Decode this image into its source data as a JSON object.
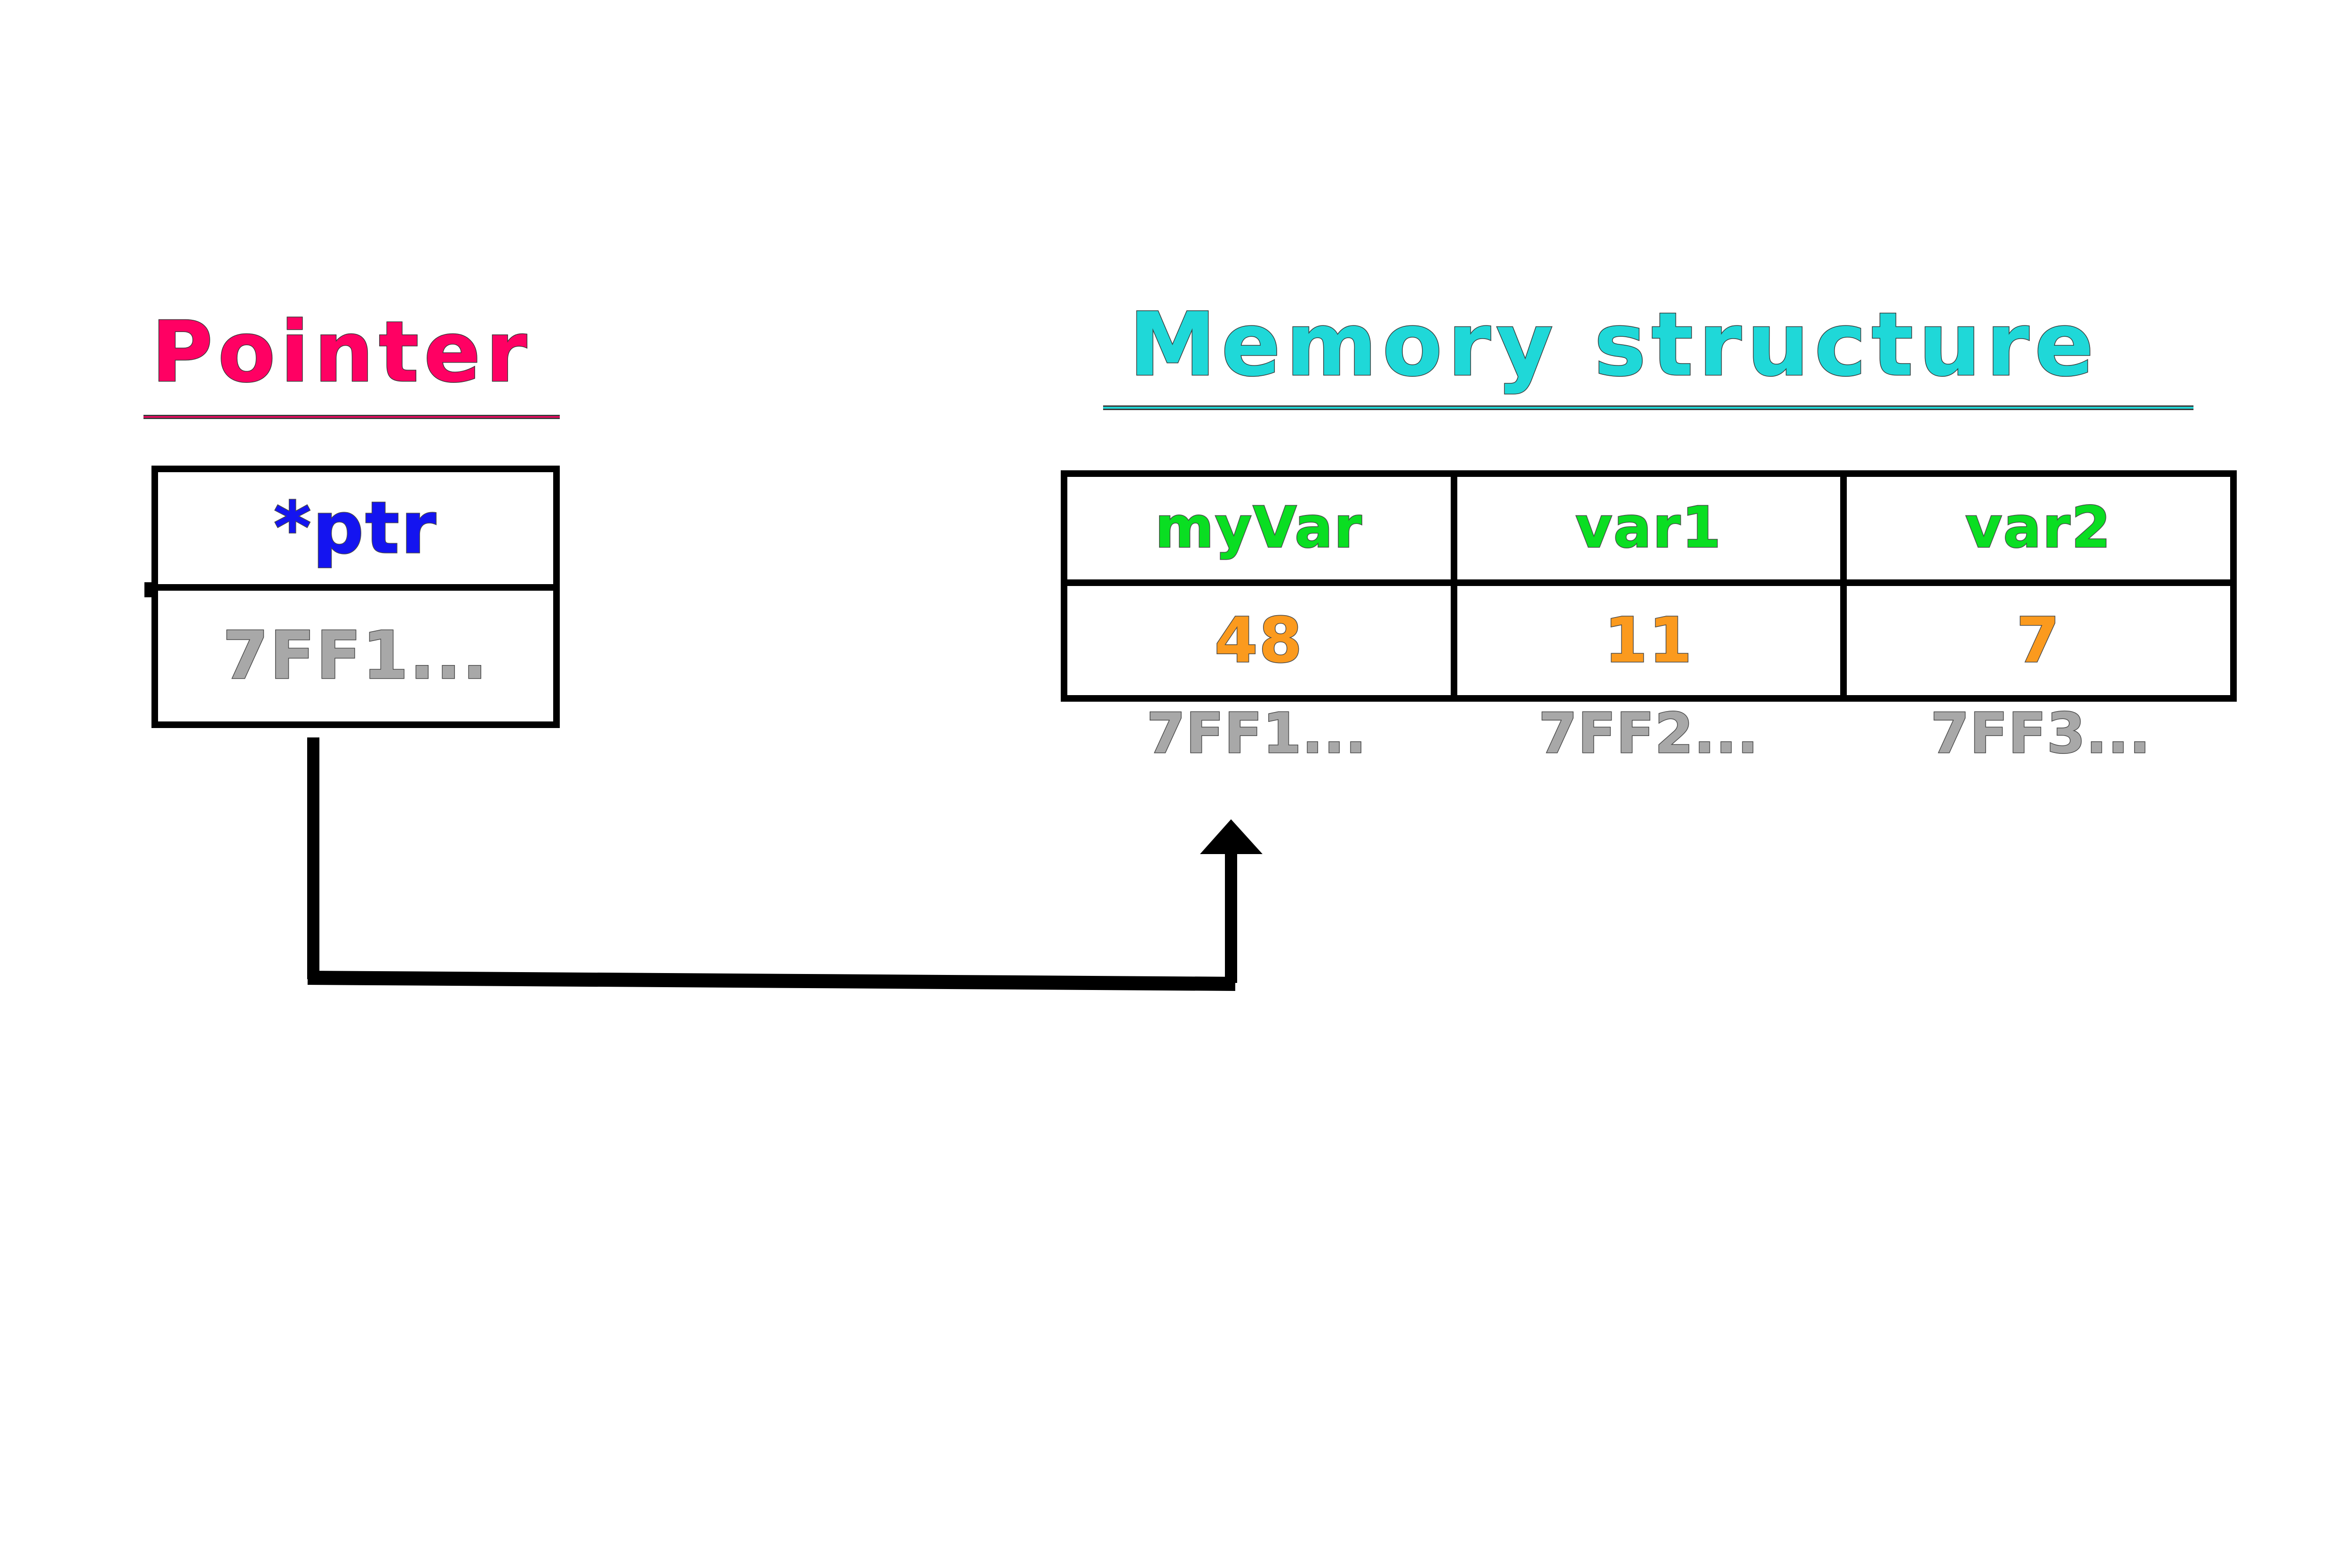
{
  "diagram": {
    "title_pointer": "Pointer",
    "title_memory": "Memory structure",
    "colors": {
      "pointer_title": "#ff0063",
      "memory_title": "#1fd8d8",
      "pointer_name": "#1414f0",
      "address_gray": "#a8a8a8",
      "variable_name_green": "#0ade22",
      "variable_value_orange": "#fb9a1e",
      "border_black": "#000000",
      "background": "#ffffff"
    }
  },
  "pointer": {
    "name": "*ptr",
    "stored_address": "7FF1..."
  },
  "memory": {
    "column_headers": [
      "myVar",
      "var1",
      "var2"
    ],
    "values": [
      "48",
      "11",
      "7"
    ],
    "addresses": [
      "7FF1...",
      "7FF2...",
      "7FF3..."
    ]
  },
  "connector": {
    "label": "pointer-to-myvar-arrow",
    "from": "pointer stored address cell",
    "to": "myVar memory slot"
  }
}
